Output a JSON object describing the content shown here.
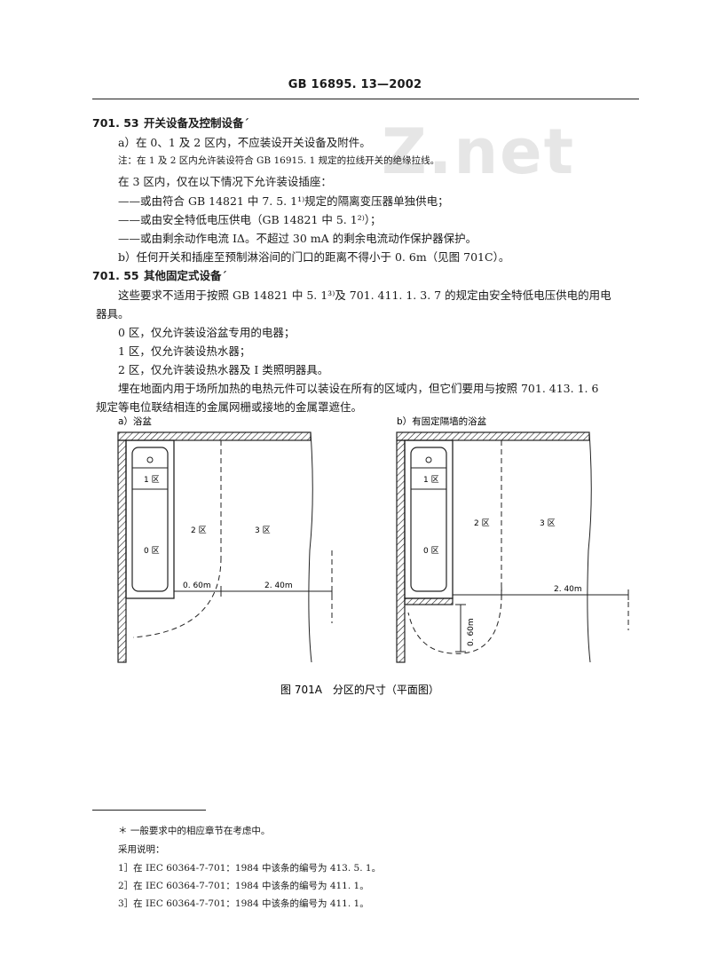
{
  "header": {
    "title": "GB 16895. 13—2002"
  },
  "watermark": "Z.net",
  "section_5303": {
    "number": "701. 53",
    "title": "开关设备及控制设备ˊ",
    "a": "a）在 0、1 及 2 区内，不应装设开关设备及附件。",
    "note": "注：在 1 及 2 区内允许装设符合 GB 16915. 1 规定的拉线开关的绝缘拉线。",
    "zone3": "在 3 区内，仅在以下情况下允许装设插座：",
    "dash1": "——或由符合 GB 14821 中 7. 5. 1¹⁾规定的隔离变压器单独供电；",
    "dash2": "——或由安全特低电压供电（GB 14821 中 5. 1²⁾）；",
    "dash3": "——或由剩余动作电流 IΔ。不超过 30 mA 的剩余电流动作保护器保护。",
    "b": "b）任何开关和插座至预制淋浴间的门口的距离不得小于 0. 6m（见图 701C）。"
  },
  "section_5505": {
    "number": "701. 55",
    "title": "其他固定式设备ˊ",
    "p1a": "这些要求不适用于按照 GB 14821 中 5. 1³⁾及 701. 411. 1. 3. 7 的规定由安全特低电压供电的用电",
    "p1b": "器具。",
    "z0": "0 区，仅允许装设浴盆专用的电器；",
    "z1": "1 区，仅允许装设热水器；",
    "z2": "2 区，仅允许装设热水器及 I 类照明器具。",
    "p2a": "埋在地面内用于场所加热的电热元件可以装设在所有的区域内，但它们要用与按照 701. 413. 1. 6",
    "p2b": "规定等电位联结相连的金属网栅或接地的金属罩遮住。"
  },
  "figure": {
    "label_a": "a）浴盆",
    "label_b": "b）有固定隔墙的浴盆",
    "zone1": "1 区",
    "zone0": "0 区",
    "zone2": "2 区",
    "zone3": "3 区",
    "dim_060": "0. 60m",
    "dim_240": "2. 40m",
    "caption": "图 701A　分区的尺寸（平面图）"
  },
  "footnotes": {
    "star": "＊ 一般要求中的相应章节在考虑中。",
    "adopt": "采用说明：",
    "f1": "1］在 IEC 60364-7-701：1984 中该条的编号为 413. 5. 1。",
    "f2": "2］在 IEC 60364-7-701：1984 中该条的编号为 411. 1。",
    "f3": "3］在 IEC 60364-7-701：1984 中该条的编号为 411. 1。"
  }
}
